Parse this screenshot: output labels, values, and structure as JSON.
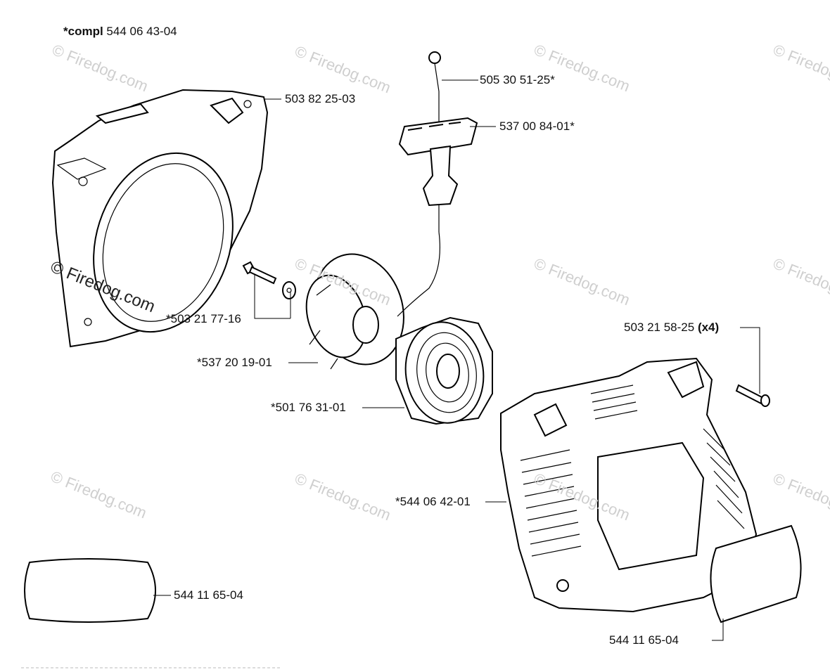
{
  "assembly": {
    "prefix": "*compl",
    "number": "544 06 43-04"
  },
  "watermark": {
    "text": "© Firedog.com"
  },
  "callouts": [
    {
      "id": "c1",
      "text": "505 30 51-25*"
    },
    {
      "id": "c2",
      "text": "503 82 25-03"
    },
    {
      "id": "c3",
      "text": "537 00 84-01*"
    },
    {
      "id": "c4",
      "text": "*503 21 77-16"
    },
    {
      "id": "c5",
      "text": "*537 20 19-01"
    },
    {
      "id": "c6",
      "text": "*501 76 31-01"
    },
    {
      "id": "c7",
      "text": "503 21 58-25",
      "suffix": "(x4)"
    },
    {
      "id": "c8",
      "text": "*544 06 42-01"
    },
    {
      "id": "c9",
      "text": "544 11 65-04"
    },
    {
      "id": "c10",
      "text": "544 11 65-04"
    }
  ]
}
